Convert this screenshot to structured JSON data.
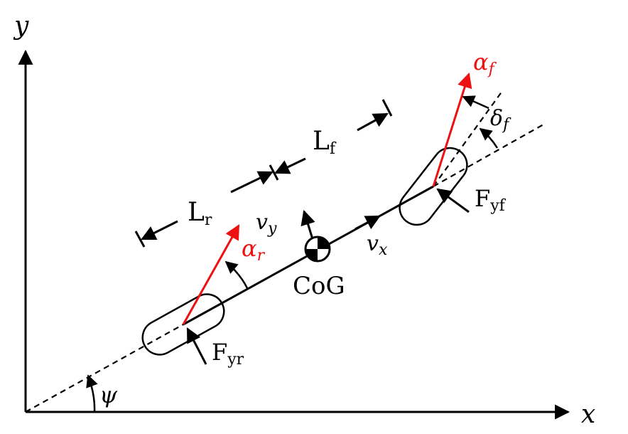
{
  "axes": {
    "x_label": "x",
    "y_label": "y"
  },
  "labels": {
    "psi": "ψ",
    "L_r": {
      "main": "L",
      "sub": "r"
    },
    "L_f": {
      "main": "L",
      "sub": "f"
    },
    "v_y": {
      "main": "v",
      "sub": "y"
    },
    "v_x": {
      "main": "v",
      "sub": "x"
    },
    "alpha_r": {
      "main": "α",
      "sub": "r"
    },
    "alpha_f": {
      "main": "α",
      "sub": "f"
    },
    "delta_f": {
      "main": "δ",
      "sub": "f"
    },
    "F_yr": {
      "main": "F",
      "sub": "yr"
    },
    "F_yf": {
      "main": "F",
      "sub": "yf"
    },
    "cog": "CoG"
  },
  "colors": {
    "ink": "#000000",
    "slip": "#ee1111",
    "background": "#ffffff"
  }
}
